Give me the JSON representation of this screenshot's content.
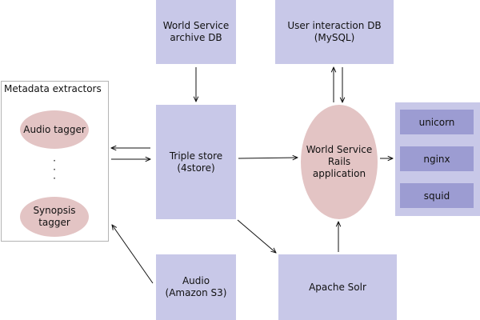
{
  "nodes": {
    "ws_archive": "World Service\narchive DB",
    "user_db": "User interaction DB\n(MySQL)",
    "triple_store": "Triple store\n(4store)",
    "rails_app": "World Service\nRails\napplication",
    "audio": "Audio\n(Amazon S3)",
    "solr": "Apache Solr"
  },
  "extractors": {
    "title": "Metadata extractors",
    "audio_tagger": "Audio tagger",
    "dots": "·\n·\n·",
    "synopsis_tagger": "Synopsis\ntagger"
  },
  "servers": [
    "unicorn",
    "nginx",
    "squid"
  ],
  "colors": {
    "box": "#c8c8e8",
    "ellipse": "#e3c4c4",
    "server": "#9c9cd2",
    "panel_border": "#b4b4b4",
    "arrow": "#111111"
  }
}
